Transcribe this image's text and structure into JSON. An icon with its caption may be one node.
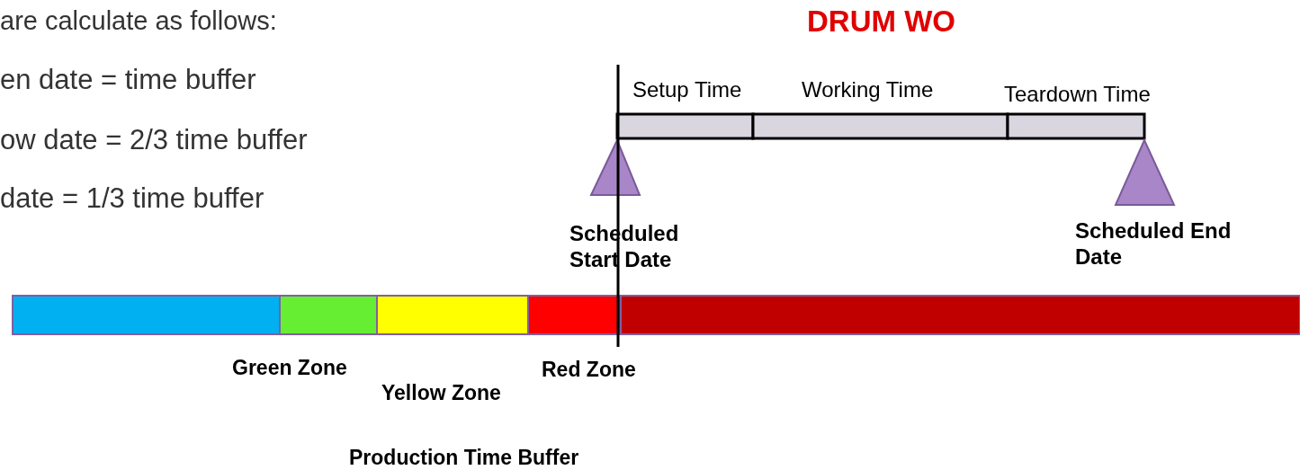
{
  "diagram": {
    "title": "DRUM WO",
    "labels": [
      "are calculate as follows:",
      "en date = time buffer",
      "ow date = 2/3 time buffer",
      "date = 1/3 time buffer",
      "Setup Time",
      "Working Time",
      "Teardown Time",
      "Scheduled Start Date",
      "Scheduled End Date",
      "Green Zone",
      "Red Zone",
      "Yellow Zone",
      "Production Time Buffer"
    ]
  }
}
